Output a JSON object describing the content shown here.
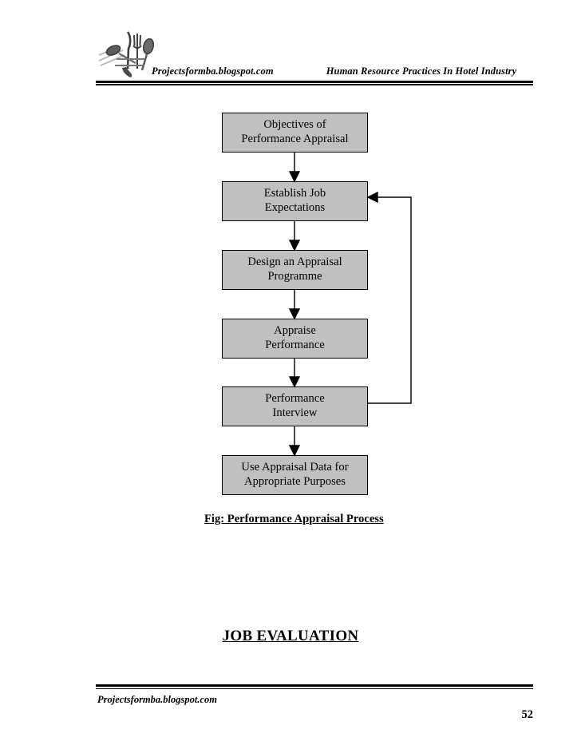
{
  "header": {
    "logo_icon": "cutlery-logo-icon",
    "left_text": "Projectsformba.blogspot.com",
    "right_text": "Human Resource Practices In Hotel Industry"
  },
  "flowchart": {
    "caption": "Fig: Performance Appraisal Process",
    "node_fill_color": "#C0C0C0",
    "node_border_color": "#000000",
    "nodes": [
      {
        "id": "objectives",
        "line1": "Objectives of",
        "line2": "Performance Appraisal"
      },
      {
        "id": "expectations",
        "line1": "Establish Job",
        "line2": "Expectations"
      },
      {
        "id": "programme",
        "line1": "Design an Appraisal",
        "line2": "Programme"
      },
      {
        "id": "appraise",
        "line1": "Appraise",
        "line2": "Performance"
      },
      {
        "id": "interview",
        "line1": "Performance",
        "line2": "Interview"
      },
      {
        "id": "use-data",
        "line1": "Use Appraisal Data for",
        "line2": "Appropriate Purposes"
      }
    ],
    "feedback_loop": {
      "from": "interview",
      "to": "expectations",
      "description": "feedback-loop-arrow"
    }
  },
  "section": {
    "heading": "JOB EVALUATION"
  },
  "footer": {
    "text": "Projectsformba.blogspot.com",
    "page_number": "52"
  }
}
